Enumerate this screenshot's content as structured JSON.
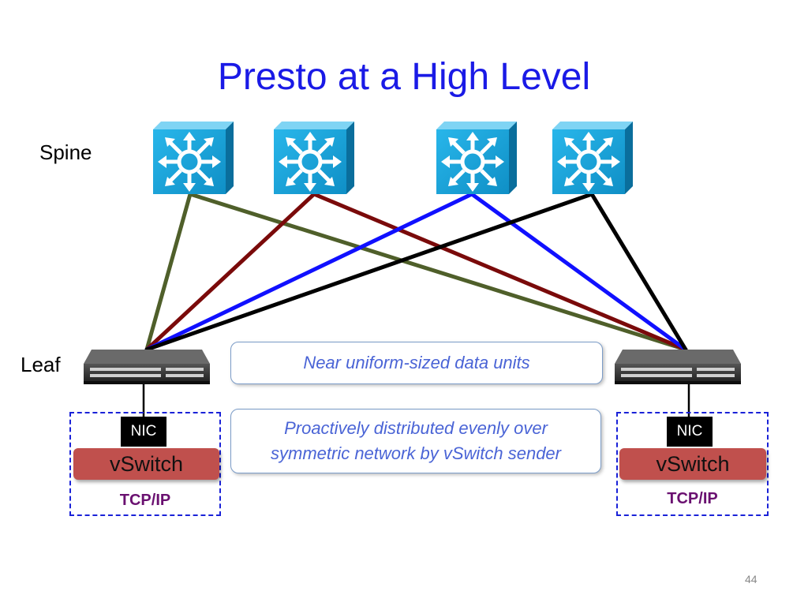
{
  "slide": {
    "title": "Presto at a High Level",
    "page_number": "44"
  },
  "labels": {
    "spine": "Spine",
    "leaf": "Leaf"
  },
  "callouts": {
    "top": "Near uniform-sized data units",
    "bottom": "Proactively distributed evenly over symmetric network by vSwitch sender"
  },
  "hosts": {
    "left": {
      "nic": "NIC",
      "vswitch": "vSwitch",
      "stack": "TCP/IP"
    },
    "right": {
      "nic": "NIC",
      "vswitch": "vSwitch",
      "stack": "TCP/IP"
    }
  },
  "colors": {
    "title": "#1a1ae6",
    "spine_switch": "#1aa3d9",
    "link_olive": "#4f5f2a",
    "link_maroon": "#7a0a0a",
    "link_blue": "#1010ff",
    "link_black": "#000000",
    "vswitch": "#c0504d",
    "host_border": "#1a22d8",
    "tcpip_text": "#6a1070"
  }
}
